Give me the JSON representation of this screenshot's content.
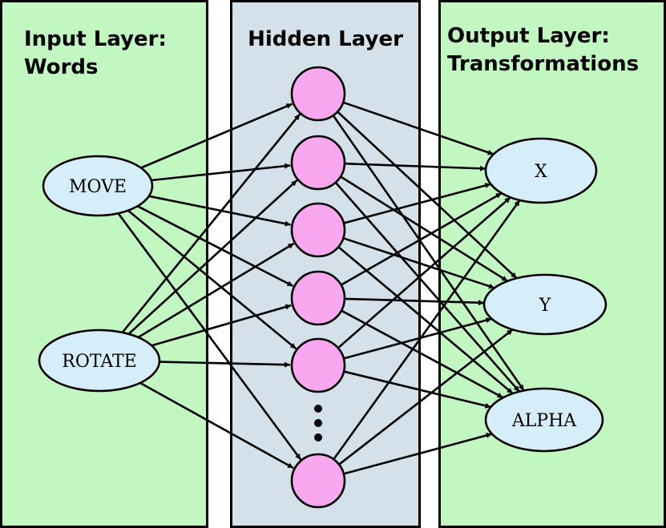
{
  "panels": {
    "input": {
      "title_line1": "Input Layer:",
      "title_line2": "Words"
    },
    "hidden": {
      "title": "Hidden Layer"
    },
    "output": {
      "title_line1": "Output Layer:",
      "title_line2": "Transformations"
    }
  },
  "input_nodes": [
    "MOVE",
    "ROTATE"
  ],
  "output_nodes": [
    "X",
    "Y",
    "ALPHA"
  ],
  "hidden_node_count": 6,
  "hidden_ellipsis": "⋮",
  "colors": {
    "input_panel": "#c2f7c2",
    "hidden_panel": "#d4e1ea",
    "output_panel": "#c2f7c2",
    "word_node": "#d6eef9",
    "hidden_node": "#f9a8f0",
    "edge": "#000000"
  }
}
